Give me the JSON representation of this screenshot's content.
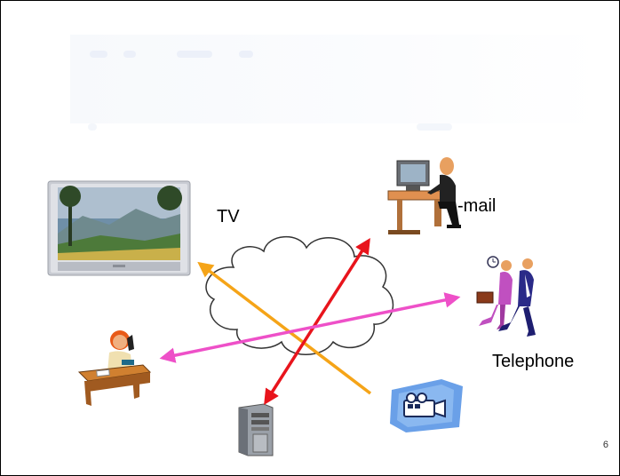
{
  "labels": {
    "tv": "TV",
    "email": "-mail",
    "telephone": "Telephone"
  },
  "page_number": "6",
  "icons": [
    "tv-icon",
    "computer-user-icon",
    "running-people-icon",
    "receptionist-phone-icon",
    "server-tower-icon",
    "video-camera-icon",
    "cloud-icon"
  ],
  "arrow_colors": {
    "orange": "#f5a418",
    "red": "#e8141c",
    "magenta": "#ee50c8"
  }
}
